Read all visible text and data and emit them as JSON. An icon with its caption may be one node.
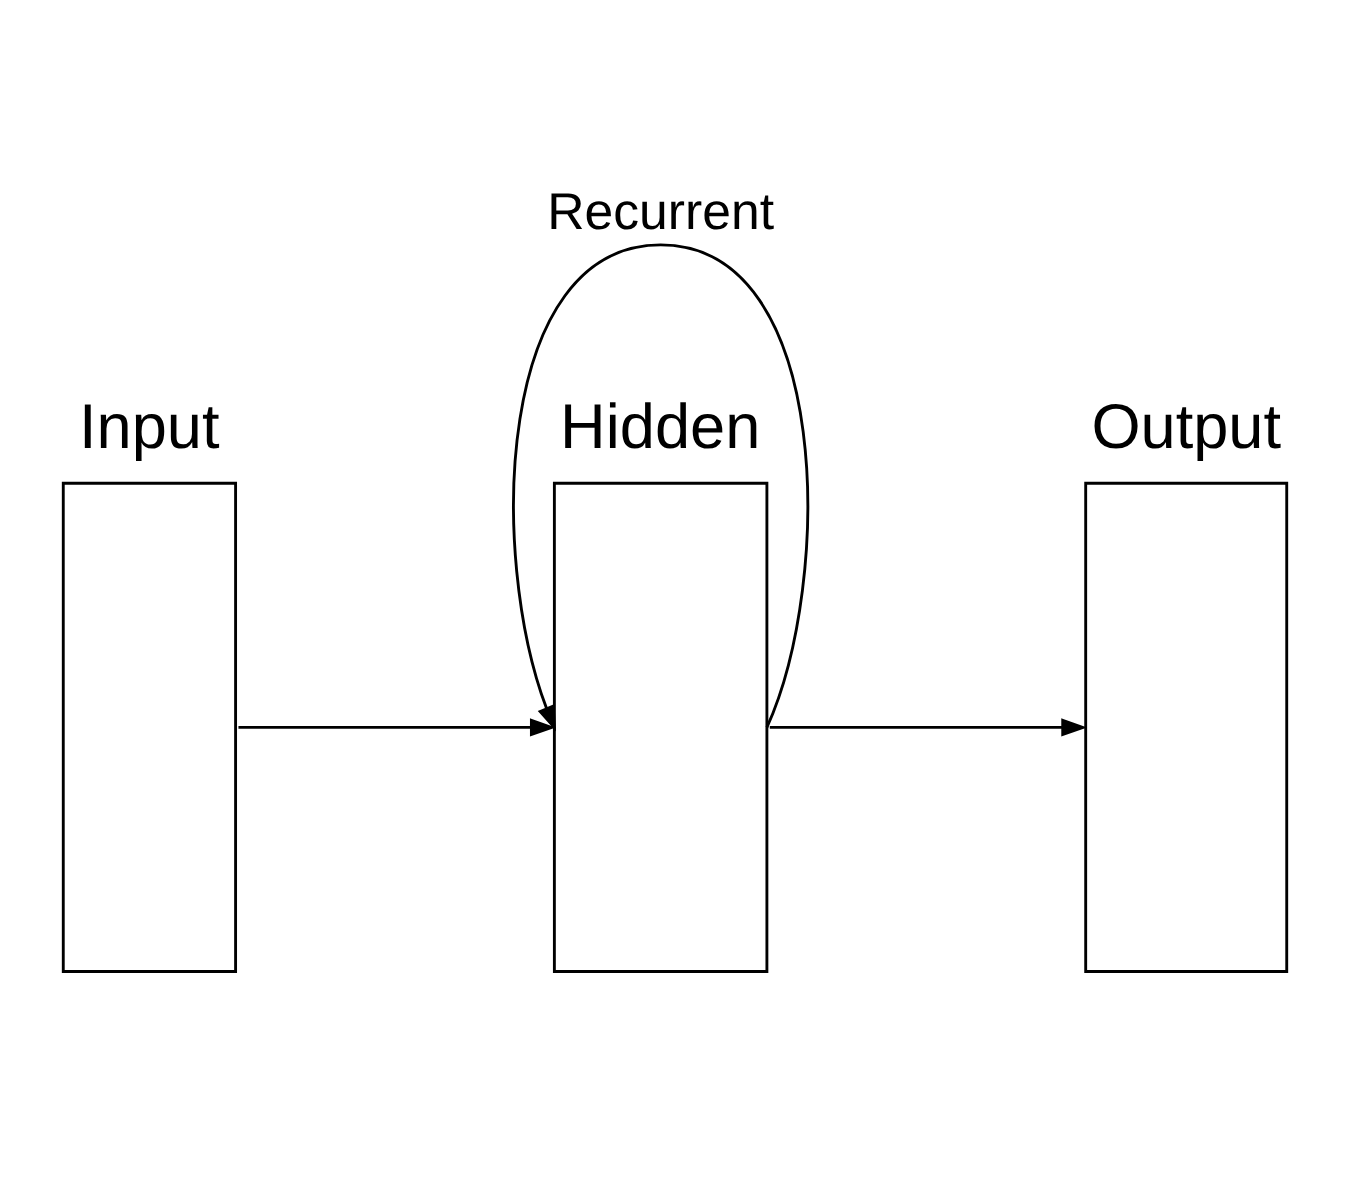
{
  "diagram": {
    "nodes": [
      {
        "text": [
          "Input"
        ]
      },
      {
        "text": [
          "Hidden"
        ]
      },
      {
        "text": [
          "Output"
        ]
      }
    ],
    "edges": [
      {
        "from": 0,
        "to": 1,
        "arrow": "to"
      },
      {
        "from": 1,
        "to": 2,
        "arrow": "to"
      },
      {
        "from": 1,
        "to": 1,
        "arrow": "to",
        "label": "Recurrent"
      }
    ]
  }
}
